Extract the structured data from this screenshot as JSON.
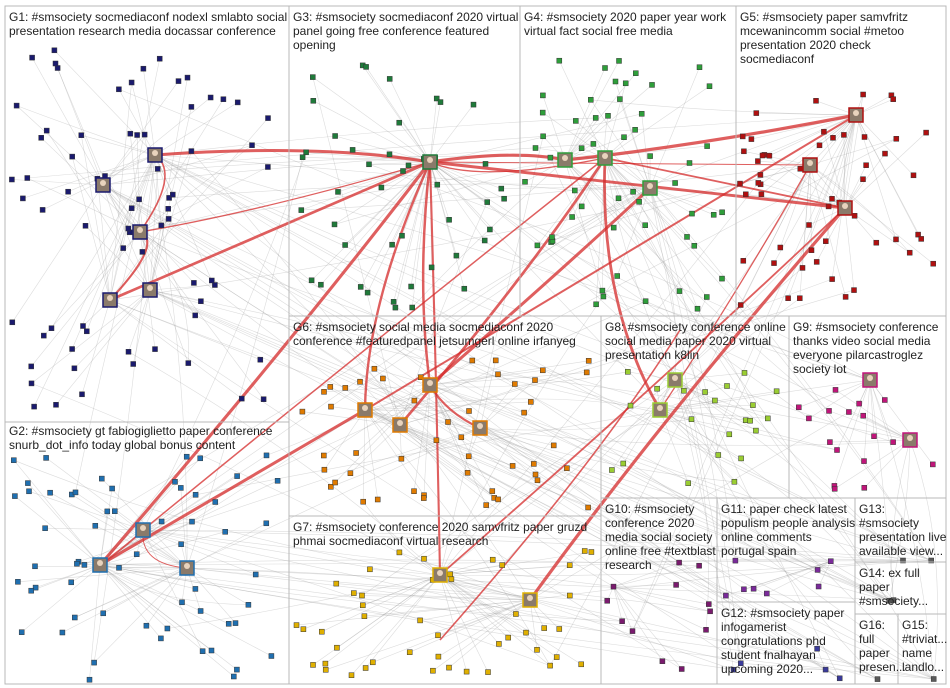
{
  "groups": [
    {
      "id": "G1",
      "label": "G1: #smsociety socmediaconf nodexl smlabto social presentation research media docassar conference",
      "color": "#1a1a6e"
    },
    {
      "id": "G2",
      "label": "G2: #smsociety gt fabiogiglietto paper conference snurb_dot_info today global bonus content",
      "color": "#1f6fb0"
    },
    {
      "id": "G3",
      "label": "G3: #smsociety socmediaconf 2020 virtual panel going free conference featured opening",
      "color": "#1f7a3a"
    },
    {
      "id": "G4",
      "label": "G4: #smsociety 2020 paper year work virtual fact social free media",
      "color": "#2e9e3a"
    },
    {
      "id": "G5",
      "label": "G5: #smsociety paper samvfritz mcewanincomm social #metoo presentation 2020 check socmediaconf",
      "color": "#b01010"
    },
    {
      "id": "G6",
      "label": "G6: #smsociety social media socmediaconf 2020 conference #featuredpanel jetsumgerl online irfanyeg",
      "color": "#e07b00"
    },
    {
      "id": "G7",
      "label": "G7: #smsociety conference 2020 samvfritz paper gruzd phmai socmediaconf virtual research",
      "color": "#e0b000"
    },
    {
      "id": "G8",
      "label": "G8: #smsociety conference online social media paper 2020 virtual presentation k8lin",
      "color": "#9acd32"
    },
    {
      "id": "G9",
      "label": "G9: #smsociety conference thanks video social media everyone pilarcastroglez society lot",
      "color": "#c0157a"
    },
    {
      "id": "G10",
      "label": "G10: #smsociety conference 2020 media social society online free #textblast research",
      "color": "#7a1a6e"
    },
    {
      "id": "G11",
      "label": "G11: paper check latest populism people analysis online comments portugal spain",
      "color": "#7a2a9a"
    },
    {
      "id": "G12",
      "label": "G12: #smsociety paper infogamerist congratulations phd student fnalhayan upcoming 2020...",
      "color": "#3a3a9a"
    },
    {
      "id": "G13",
      "label": "G13: #smsociety presentation live available view...",
      "color": "#5a5a5a"
    },
    {
      "id": "G14",
      "label": "G14: ex full paper #smsociety...",
      "color": "#5a5a5a"
    },
    {
      "id": "G15",
      "label": "G15: #triviat... name landlo...",
      "color": "#5a5a5a"
    },
    {
      "id": "G16",
      "label": "G16: full paper presen...",
      "color": "#5a5a5a"
    }
  ],
  "colors": {
    "edge_red": "#d42a2a",
    "edge_gray": "#9a9a9a",
    "panel_border": "#b9b9b9"
  }
}
